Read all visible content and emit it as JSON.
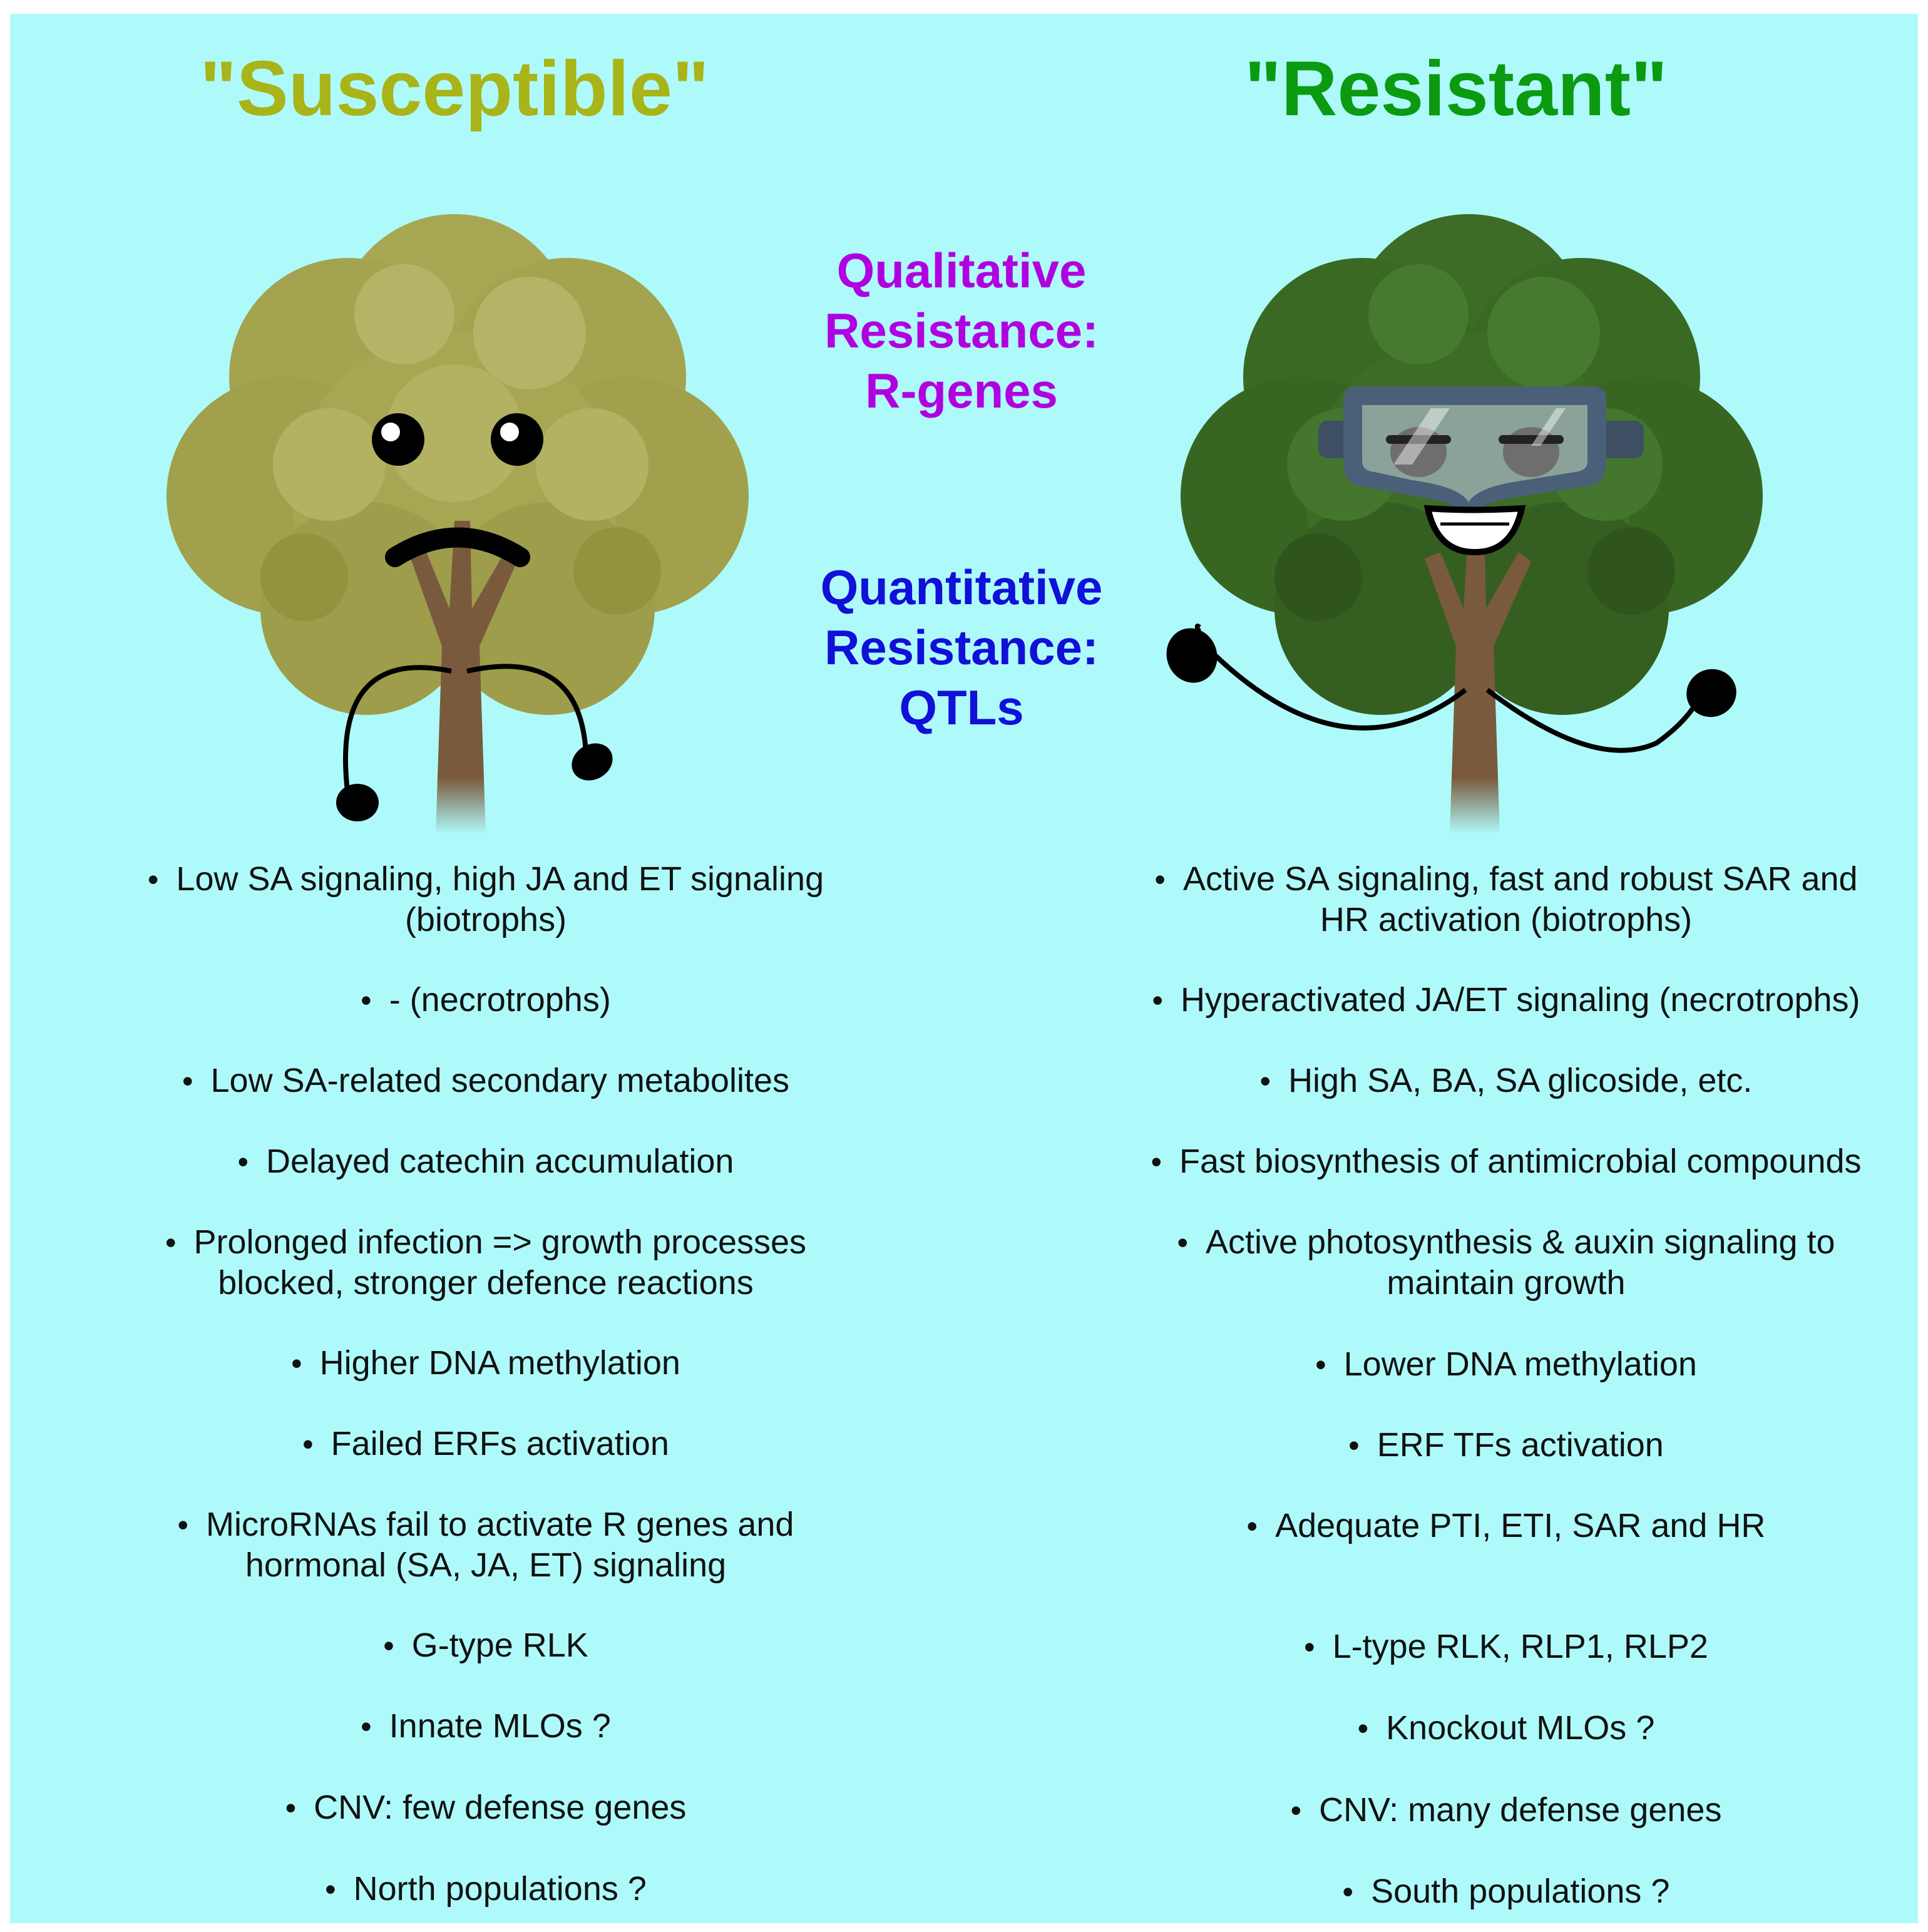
{
  "colors": {
    "background": "#aefafa",
    "susceptible_title": "#a8b417",
    "resistant_title": "#0b9a10",
    "qualitative": "#b000e0",
    "quantitative": "#1010d8",
    "susceptible_foliage": "#a7a653",
    "resistant_foliage": "#3c6c26",
    "trunk": "#7a5a3c"
  },
  "left_title": "\"Susceptible\"",
  "right_title": "\"Resistant\"",
  "qualitative": [
    "Qualitative",
    "Resistance:",
    "R-genes"
  ],
  "quantitative": [
    "Quantitative",
    "Resistance:",
    "QTLs"
  ],
  "icons": {
    "left_tree": "sad-tree-icon",
    "right_tree": "happy-tree-with-goggles-icon"
  },
  "susceptible_traits": [
    [
      "Low SA signaling, high JA and ET signaling",
      "(biotrophs)"
    ],
    [
      "- (necrotrophs)"
    ],
    [
      "Low SA-related secondary metabolites"
    ],
    [
      "Delayed catechin accumulation"
    ],
    [
      "Prolonged infection => growth processes",
      "blocked, stronger defence reactions"
    ],
    [
      "Higher DNA methylation"
    ],
    [
      "Failed ERFs activation"
    ],
    [
      "MicroRNAs fail to activate R genes and",
      "hormonal (SA, JA, ET) signaling"
    ],
    [
      "G-type RLK"
    ],
    [
      "Innate MLOs ?"
    ],
    [
      "CNV: few defense genes"
    ],
    [
      "North populations ?"
    ]
  ],
  "resistant_traits": [
    [
      "Active SA signaling, fast and robust SAR and",
      "HR activation (biotrophs)"
    ],
    [
      "Hyperactivated JA/ET signaling (necrotrophs)"
    ],
    [
      "High SA, BA, SA glicoside, etc."
    ],
    [
      "Fast biosynthesis of antimicrobial compounds"
    ],
    [
      "Active photosynthesis & auxin signaling to",
      "maintain growth"
    ],
    [
      "Lower DNA methylation"
    ],
    [
      "ERF TFs activation"
    ],
    [
      "Adequate PTI, ETI, SAR and HR"
    ],
    [
      "L-type RLK, RLP1, RLP2"
    ],
    [
      "Knockout MLOs ?"
    ],
    [
      "CNV: many defense genes"
    ],
    [
      "South populations ?"
    ]
  ]
}
